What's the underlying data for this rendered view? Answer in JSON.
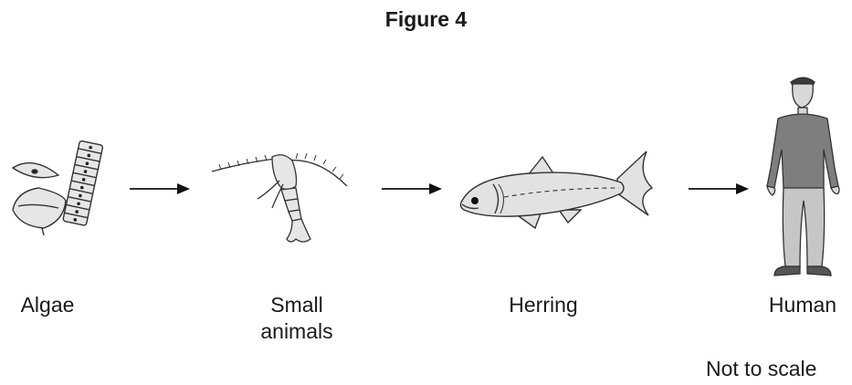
{
  "figure": {
    "title": "Figure 4",
    "organisms": [
      {
        "icon": "algae-icon",
        "label": "Algae"
      },
      {
        "icon": "small-animal-icon",
        "label": "Small\nanimals"
      },
      {
        "icon": "herring-icon",
        "label": "Herring"
      },
      {
        "icon": "human-icon",
        "label": "Human"
      }
    ],
    "note": "Not to scale"
  }
}
